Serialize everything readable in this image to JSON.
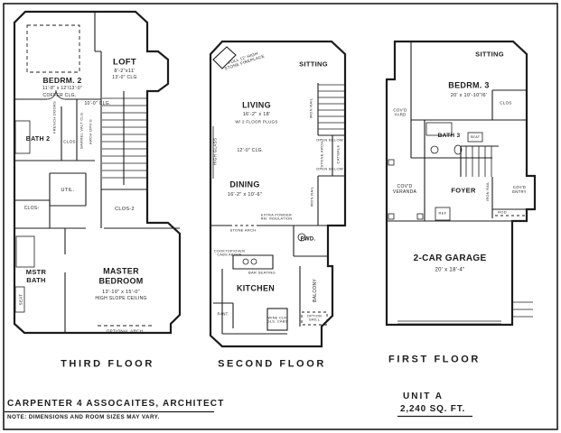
{
  "ink": "#1c1c1c",
  "floors": [
    {
      "title": "THIRD FLOOR",
      "labels": {
        "bedrm2_name": "BEDRM. 2",
        "bedrm2_dims": "11'-8\" x 12'/13'-0\"",
        "bedrm2_note": "COFFER CLG.",
        "loft_name": "LOFT",
        "loft_dims": "8'-2\"x11'",
        "loft_note": "13'-0\" CLG",
        "clg10": "10'-0\" CLG.",
        "french_doors": "FRENCH DOORS",
        "bath2": "BATH 2",
        "clos_a": "CLOS",
        "barrel_vault": "BARREL VALT CLG.",
        "arch_opng": "ARCH OPN'G",
        "util": "UTIL.",
        "clos_b": "CLOS-",
        "clos_2": "CLOS-2",
        "mstr_bath": "MSTR\nBATH",
        "seat": "SEAT",
        "master_name": "MASTER\nBEDROOM",
        "master_dims": "13'-10\" x 15'-0\"",
        "master_note": "HIGH SLOPE CEILING",
        "optional_arch": "OPTIONAL ARCH"
      }
    },
    {
      "title": "SECOND FLOOR",
      "labels": {
        "fireplace": "FULL 12' HIGH\nSTONE FIREPLACE",
        "sitting": "SITTING",
        "living_name": "LIVING",
        "living_dims": "16'-2\" x 18'",
        "living_note": "W/ 2 FLOOR PLUGS",
        "clg12": "12'-0\" CLG.",
        "high_glass": "HIGH GLASS",
        "dining_name": "DINING",
        "dining_dims": "16'-2\" x 10'-6\"",
        "iron_rail_1": "IRON RAIL",
        "open_below_1": "OPEN BELOW",
        "catwalk": "CATWALK",
        "stone_arch_v": "STONE ARCH",
        "open_below_2": "OPEN BELOW",
        "iron_rail_2": "IRON RAIL",
        "extra_powder": "EXTRA POWDER\nRM. INSULATION",
        "pwd": "PWD.",
        "stone_arch_h": "STONE ARCH",
        "cooktop": "COOKTOP/OVEN\nCABS ABOVE",
        "bar_seating": "BAR SEATING",
        "kitchen": "KITCHEN",
        "pant": "PANT.",
        "wine": "WINE CLR\nGLS. CABS",
        "balcony": "BALCONY",
        "option_grill": "OPTION\nGRILL"
      }
    },
    {
      "title": "FIRST FLOOR",
      "labels": {
        "sitting": "SITTING",
        "bedrm3_name": "BEDRM. 3",
        "bedrm3_dims": "20' x 10'-10\"/6'",
        "covd_yard": "COV'D\nYARD",
        "clos": "CLOS",
        "bath3": "BATH 3",
        "seat": "SEAT",
        "covd_veranda": "COV'D\nVERANDA",
        "foyer": "FOYER",
        "iron_rail": "IRON RAIL",
        "covd_entry": "COV'D\nENTRY",
        "ref": "REF",
        "rod": "ROD",
        "garage_name": "2-CAR GARAGE",
        "garage_dims": "20' x 18'-4\""
      }
    }
  ],
  "titleblock": {
    "architect": "CARPENTER 4 ASSOCAITES, ARCHITECT",
    "note": "NOTE: DIMENSIONS AND ROOM SIZES MAY VARY.",
    "unit": "UNIT A",
    "area": "2,240 SQ. FT."
  }
}
